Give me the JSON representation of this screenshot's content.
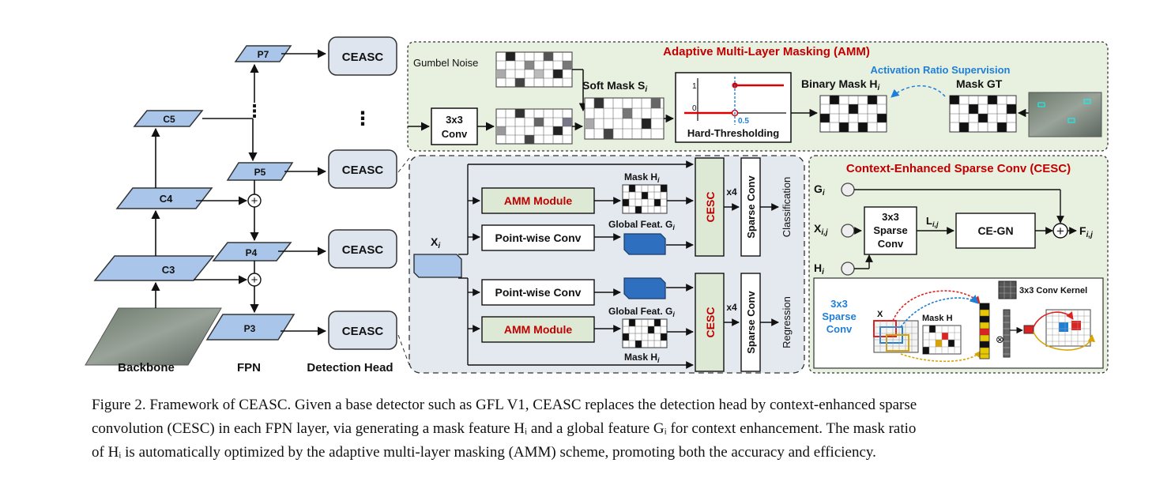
{
  "backbone": {
    "title": "Backbone",
    "levels": [
      "C3",
      "C4",
      "C5"
    ]
  },
  "fpn": {
    "title": "FPN",
    "levels": [
      "P3",
      "P4",
      "P5",
      "P7"
    ]
  },
  "head": {
    "title": "Detection Head",
    "boxes": [
      "CEASC",
      "CEASC",
      "CEASC",
      "CEASC"
    ],
    "dots": "⋮"
  },
  "amm": {
    "title": "Adaptive Multi-Layer Masking (AMM)",
    "gumbel": "Gumbel Noise",
    "conv": [
      "3x3",
      "Conv"
    ],
    "soft_mask": "Soft Mask S",
    "soft_mask_sub": "i",
    "hard_thr": "Hard-Thresholding",
    "tick_1": "1",
    "tick_0": "0",
    "tick_05": "0.5",
    "binary_mask": "Binary Mask H",
    "binary_mask_sub": "i",
    "mask_gt": "Mask GT",
    "supervision": "Activation Ratio Supervision"
  },
  "head_detail": {
    "input": "X",
    "input_sub": "i",
    "amm_module": "AMM Module",
    "pointwise": "Point-wise Conv",
    "mask_top": "Mask H",
    "mask_top_sub": "i",
    "global_top": "Global Feat. G",
    "global_top_sub": "i",
    "global_bottom": "Global Feat. G",
    "global_bottom_sub": "i",
    "mask_bottom": "Mask  H",
    "mask_bottom_sub": "i",
    "cesc": "CESC",
    "x4": "x4",
    "sparse_conv": "Sparse Conv",
    "classification": "Classification",
    "regression": "Regression"
  },
  "cesc": {
    "title": "Context-Enhanced Sparse Conv (CESC)",
    "g": "G",
    "g_sub": "i",
    "x": "X",
    "x_sub": "i,j",
    "h": "H",
    "h_sub": "i",
    "sparse": [
      "3x3",
      "Sparse",
      "Conv"
    ],
    "l": "L",
    "l_sub": "i,j",
    "cegn": "CE-GN",
    "f": "F",
    "f_sub": "i,j",
    "inset_label": [
      "3x3",
      "Sparse",
      "Conv"
    ],
    "inset_x": "X",
    "inset_mask": "Mask H",
    "kernel": "3x3 Conv Kernel"
  },
  "caption": {
    "line1": "Figure 2. Framework of CEASC. Given a base detector such as GFL V1, CEASC replaces the detection head by context-enhanced sparse",
    "line2": "convolution (CESC) in each FPN layer, via generating a mask feature Hᵢ and a global feature Gᵢ for context enhancement. The mask ratio",
    "line3": "of Hᵢ is automatically optimized by the adaptive multi-layer masking (AMM) scheme, promoting both the accuracy and efficiency."
  }
}
